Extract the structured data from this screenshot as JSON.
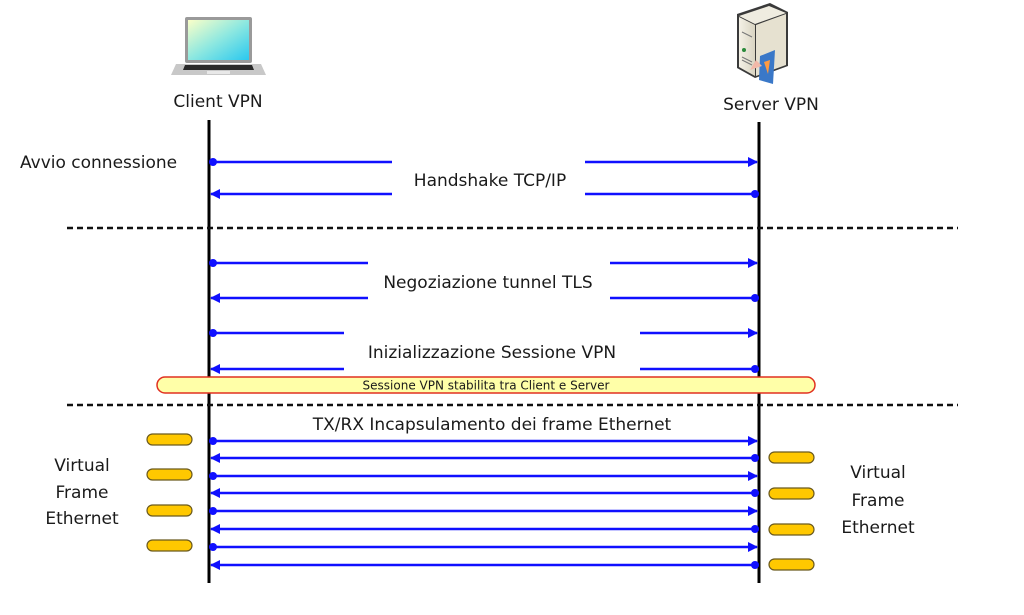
{
  "nodes": {
    "client": {
      "label": "Client VPN",
      "icon": "laptop-icon"
    },
    "server": {
      "label": "Server VPN",
      "icon": "server-icon"
    }
  },
  "phases": {
    "start_label": "Avvio connessione",
    "handshake": "Handshake TCP/IP",
    "tls": "Negoziazione tunnel TLS",
    "session_init": "Inizializzazione Sessione VPN",
    "session_established": "Sessione VPN stabilita tra Client e Server",
    "encapsulation": "TX/RX Incapsulamento dei frame Ethernet"
  },
  "frames_label": {
    "left": [
      "Virtual",
      "Frame",
      "Ethernet"
    ],
    "right": [
      "Virtual",
      "Frame",
      "Ethernet"
    ]
  },
  "colors": {
    "arrow": "#1010ff",
    "lifeline": "#000000",
    "frame_fill": "#ffc800",
    "frame_stroke": "#6b5a1e",
    "banner_fill": "#ffffa8",
    "banner_stroke": "#e03020"
  },
  "messages": [
    {
      "group": "handshake",
      "dir": "to-server"
    },
    {
      "group": "handshake",
      "dir": "to-client"
    },
    {
      "group": "tls",
      "dir": "to-server"
    },
    {
      "group": "tls",
      "dir": "to-client"
    },
    {
      "group": "session_init",
      "dir": "to-server"
    },
    {
      "group": "session_init",
      "dir": "to-client"
    },
    {
      "group": "encapsulation",
      "dir": "to-server"
    },
    {
      "group": "encapsulation",
      "dir": "to-client"
    },
    {
      "group": "encapsulation",
      "dir": "to-server"
    },
    {
      "group": "encapsulation",
      "dir": "to-client"
    },
    {
      "group": "encapsulation",
      "dir": "to-server"
    },
    {
      "group": "encapsulation",
      "dir": "to-client"
    },
    {
      "group": "encapsulation",
      "dir": "to-server"
    },
    {
      "group": "encapsulation",
      "dir": "to-client"
    }
  ]
}
